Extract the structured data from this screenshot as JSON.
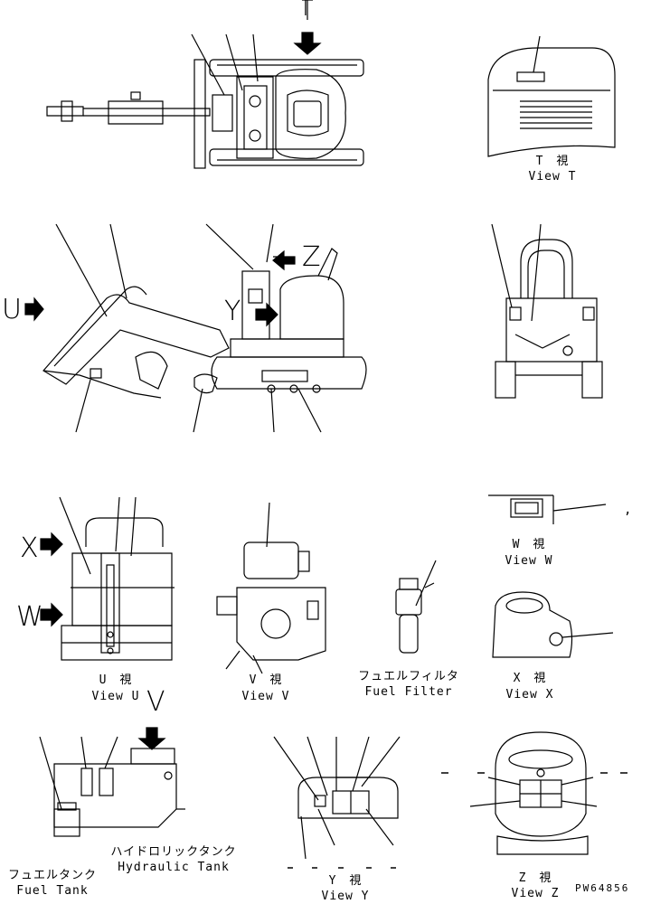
{
  "views": {
    "t": {
      "jp": "T　視",
      "en": "View T"
    },
    "u": {
      "jp": "U　視",
      "en": "View U"
    },
    "v": {
      "jp": "V　視",
      "en": "View V"
    },
    "w": {
      "jp": "W　視",
      "en": "View W"
    },
    "x": {
      "jp": "X　視",
      "en": "View X"
    },
    "y": {
      "jp": "Y　視",
      "en": "View Y"
    },
    "z": {
      "jp": "Z　視",
      "en": "View Z"
    }
  },
  "parts": {
    "fuel_filter": {
      "jp": "フュエルフィルタ",
      "en": "Fuel Filter"
    },
    "hydraulic_tank": {
      "jp": "ハイドロリックタンク",
      "en": "Hydraulic Tank"
    },
    "fuel_tank": {
      "jp": "フュエルタンク",
      "en": "Fuel Tank"
    }
  },
  "arrows": {
    "t": "T",
    "u": "U",
    "v": "V",
    "w": "W",
    "x": "X",
    "y": "Y",
    "z": "Z"
  },
  "drawing_code": "PW64856",
  "stray_mark": ","
}
